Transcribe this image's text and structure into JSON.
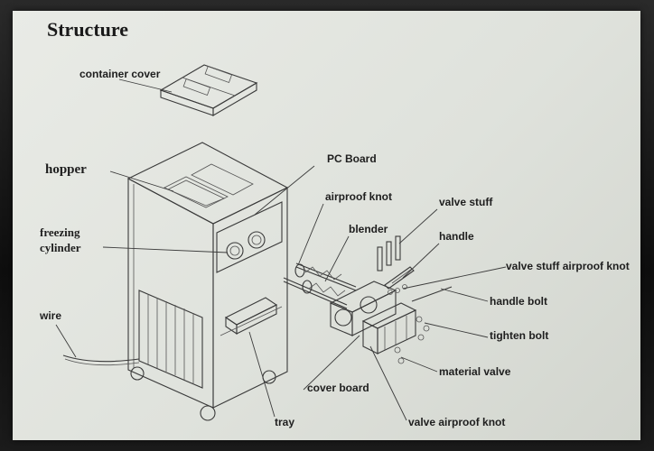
{
  "title": "Structure",
  "labels": {
    "container_cover": "container cover",
    "hopper": "hopper",
    "pc_board": "PC Board",
    "airproof_knot": "airproof knot",
    "valve_stuff": "valve stuff",
    "freezing_line1": "freezing",
    "freezing_line2": "cylinder",
    "blender": "blender",
    "handle": "handle",
    "valve_stuff_airproof_knot": "valve stuff airproof knot",
    "wire": "wire",
    "handle_bolt": "handle bolt",
    "tighten_bolt": "tighten bolt",
    "material_valve": "material valve",
    "cover_board": "cover board",
    "tray": "tray",
    "valve_airproof_knot": "valve airproof knot"
  }
}
